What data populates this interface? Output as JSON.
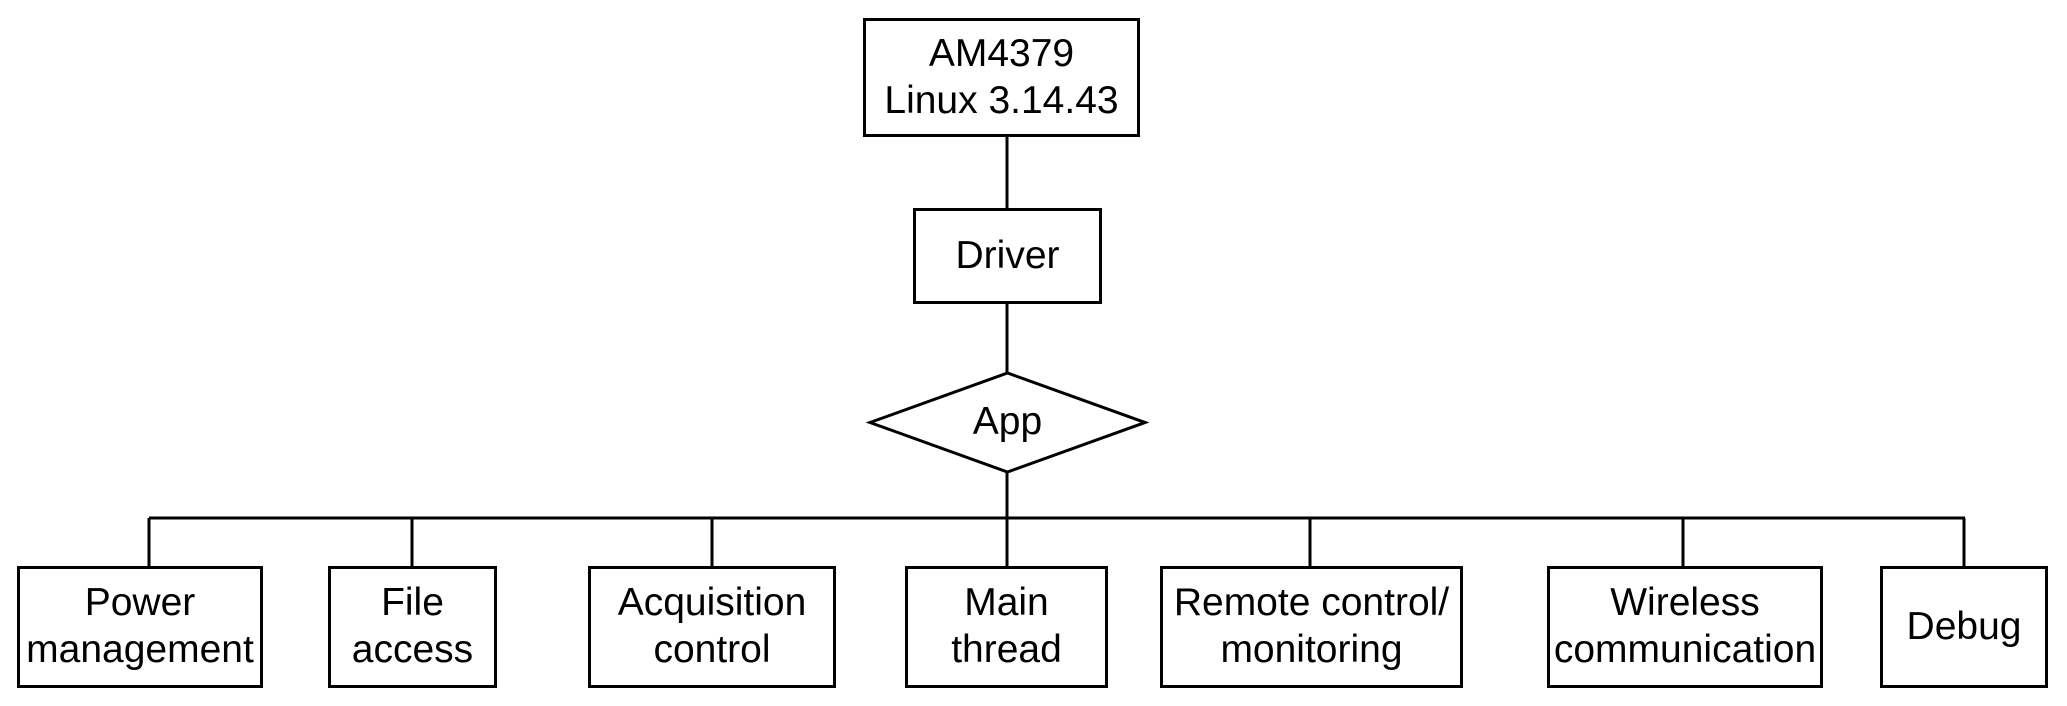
{
  "diagram": {
    "type": "flowchart",
    "background_color": "#ffffff",
    "line_color": "#000000",
    "text_color": "#000000",
    "nodes": {
      "root": {
        "label": "AM4379\nLinux 3.14.43",
        "shape": "rect"
      },
      "driver": {
        "label": "Driver",
        "shape": "rect"
      },
      "app": {
        "label": "App",
        "shape": "diamond"
      },
      "leaves": [
        {
          "label": "Power\nmanagement",
          "shape": "rect"
        },
        {
          "label": "File\naccess",
          "shape": "rect"
        },
        {
          "label": "Acquisition\ncontrol",
          "shape": "rect"
        },
        {
          "label": "Main\nthread",
          "shape": "rect"
        },
        {
          "label": "Remote control/\nmonitoring",
          "shape": "rect"
        },
        {
          "label": "Wireless\ncommunication",
          "shape": "rect"
        },
        {
          "label": "Debug",
          "shape": "rect"
        }
      ]
    }
  }
}
